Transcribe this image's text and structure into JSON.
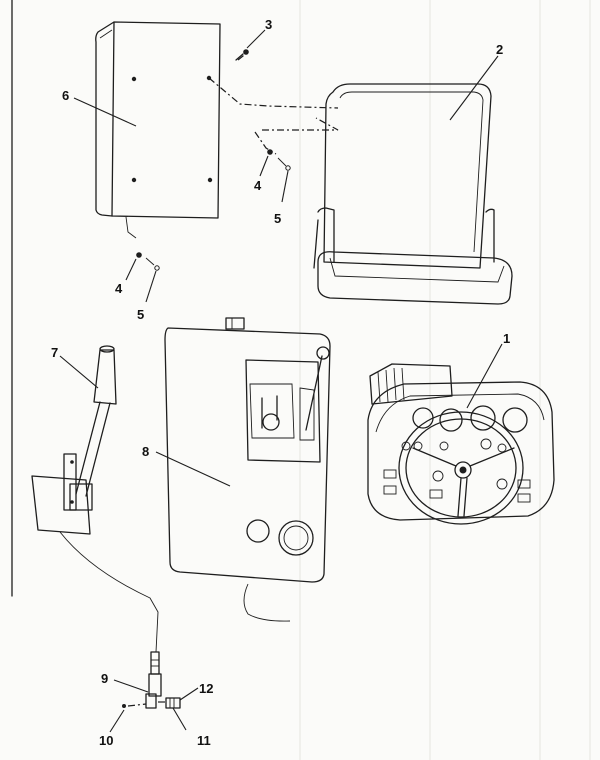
{
  "diagram": {
    "callouts": {
      "c1": "1",
      "c2": "2",
      "c3": "3",
      "c4a": "4",
      "c4b": "4",
      "c5a": "5",
      "c5b": "5",
      "c6": "6",
      "c7": "7",
      "c8": "8",
      "c9": "9",
      "c10": "10",
      "c11": "11",
      "c12": "12"
    },
    "ink_color": "#1e1e1e",
    "paper_color": "#fbfbf9"
  }
}
